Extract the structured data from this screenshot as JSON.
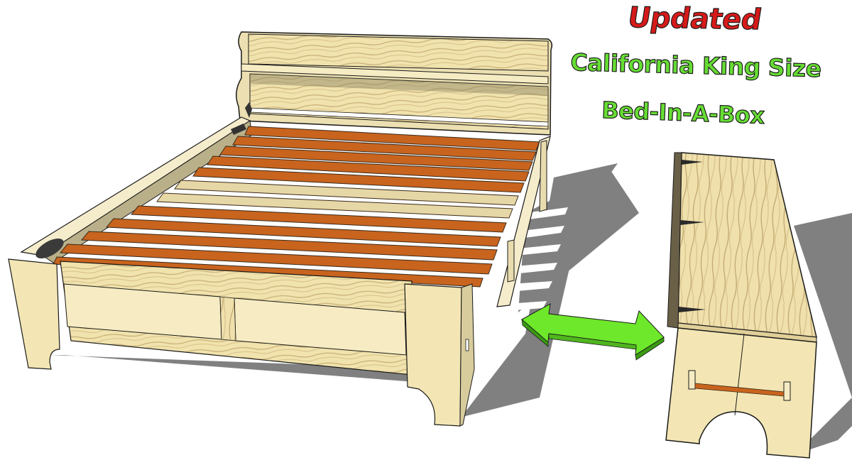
{
  "title": {
    "line1": "Updated",
    "line2": "California King Size",
    "line3": "Bed-In-A-Box"
  },
  "illustration": {
    "subject": "bed-frame-assembled",
    "secondary_subject": "bed-packed-as-box",
    "arrow": "double-headed-arrow",
    "colors": {
      "title_red": "#d61a1a",
      "title_green": "#66dd33",
      "arrow_green": "#6ee82a",
      "arrow_dark": "#3a9a12",
      "plywood": "#f3e6b4",
      "plywood_grain": "#c9b27a",
      "slat_orange": "#c8641e",
      "slat_light": "#e8d9a8",
      "shadow": "#7a7a7a",
      "outline": "#1a1a1a"
    }
  }
}
